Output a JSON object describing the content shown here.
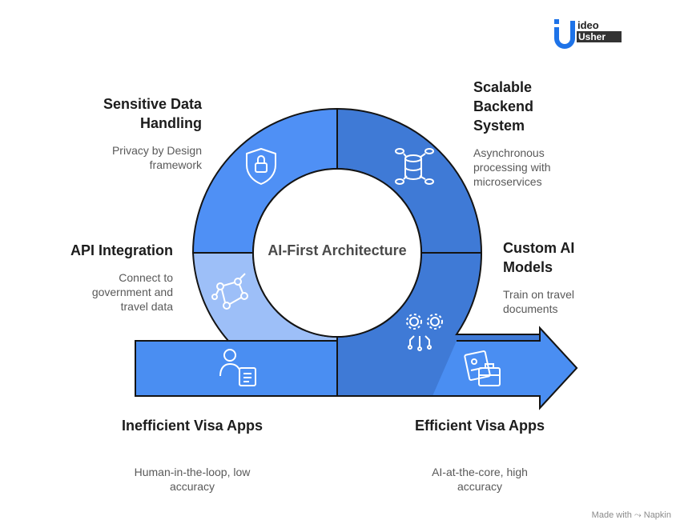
{
  "center": {
    "title": "AI-First Architecture"
  },
  "sections": {
    "sensitive": {
      "title": "Sensitive Data Handling",
      "desc": "Privacy by Design framework",
      "icon": "lock-shield-icon"
    },
    "scalable": {
      "title": "Scalable Backend System",
      "desc": "Asynchronous processing with microservices",
      "icon": "database-network-icon"
    },
    "api": {
      "title": "API Integration",
      "desc": "Connect to government and travel data",
      "icon": "network-nodes-icon"
    },
    "custom_ai": {
      "title": "Custom AI Models",
      "desc": "Train on travel documents",
      "icon": "gears-circuit-icon"
    }
  },
  "arrow": {
    "start": {
      "title": "Inefficient Visa Apps",
      "desc": "Human-in-the-loop, low accuracy",
      "icon": "person-document-icon"
    },
    "end": {
      "title": "Efficient Visa Apps",
      "desc": "AI-at-the-core, high accuracy",
      "icon": "passport-briefcase-icon"
    }
  },
  "logo": {
    "line1": "ideo",
    "line2": "Usher"
  },
  "footer": {
    "text": "Made with",
    "brand": "Napkin"
  },
  "colors": {
    "ring_light": "#4f90f5",
    "ring_dark": "#3f7ad6",
    "ring_pale": "#9dbff8",
    "arrow_left": "#4a8ef2",
    "arrow_right": "#3f7ad6",
    "stroke": "#141414"
  }
}
